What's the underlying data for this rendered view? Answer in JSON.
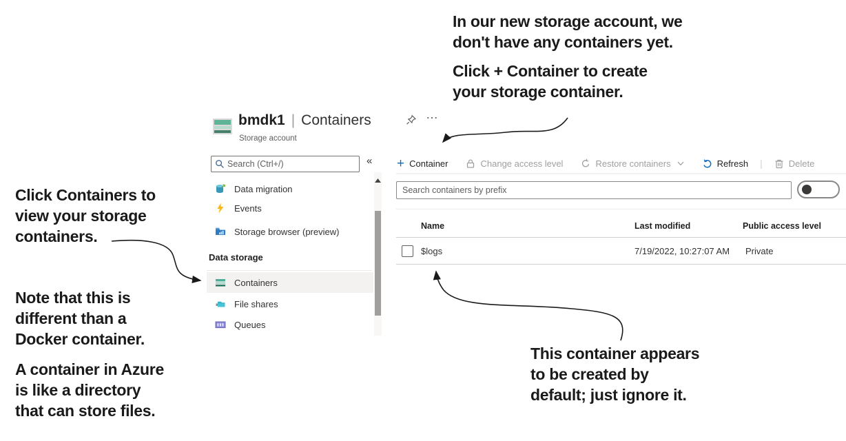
{
  "annotations": {
    "top_right_1": "In our new storage account, we\ndon't have any containers yet.",
    "top_right_2": "Click + Container to create\nyour storage container.",
    "left_click_containers": "Click Containers to\nview your storage\ncontainers.",
    "left_note_docker": "Note that this is\ndifferent than a\nDocker container.",
    "left_container_directory": "A container in Azure\nis like a directory\nthat can store files.",
    "bottom_right_default_container": "This container appears\nto be created by\ndefault; just ignore it."
  },
  "header": {
    "account_name": "bmdk1",
    "separator": "|",
    "page_title": "Containers",
    "subtitle": "Storage account",
    "more_glyph": "…"
  },
  "sidebar": {
    "search_placeholder": "Search (Ctrl+/)",
    "collapse_glyph": "«",
    "items": [
      {
        "label": "Data migration"
      },
      {
        "label": "Events"
      },
      {
        "label": "Storage browser (preview)"
      }
    ],
    "section_label": "Data storage",
    "storage_items": [
      {
        "label": "Containers",
        "selected": true
      },
      {
        "label": "File shares",
        "selected": false
      },
      {
        "label": "Queues",
        "selected": false
      }
    ]
  },
  "toolbar": {
    "plus_glyph": "+",
    "new_container_label": "Container",
    "change_access_label": "Change access level",
    "restore_label": "Restore containers",
    "refresh_label": "Refresh",
    "delete_label": "Delete",
    "separator_glyph": "|"
  },
  "filter": {
    "placeholder": "Search containers by prefix"
  },
  "table": {
    "columns": [
      "Name",
      "Last modified",
      "Public access level"
    ],
    "rows": [
      {
        "name": "$logs",
        "last_modified": "7/19/2022, 10:27:07 AM",
        "public_access_level": "Private"
      }
    ]
  },
  "colors": {
    "accent_blue": "#0f6cbd",
    "teal_primary": "#57ab93",
    "teal_dark": "#3c7a67",
    "teal_light": "#b5dccd",
    "disabled_gray": "#a19f9d",
    "text_dark": "#201f1e",
    "selected_bg": "#f3f2f1",
    "annotation_black": "#1a1a1a"
  }
}
